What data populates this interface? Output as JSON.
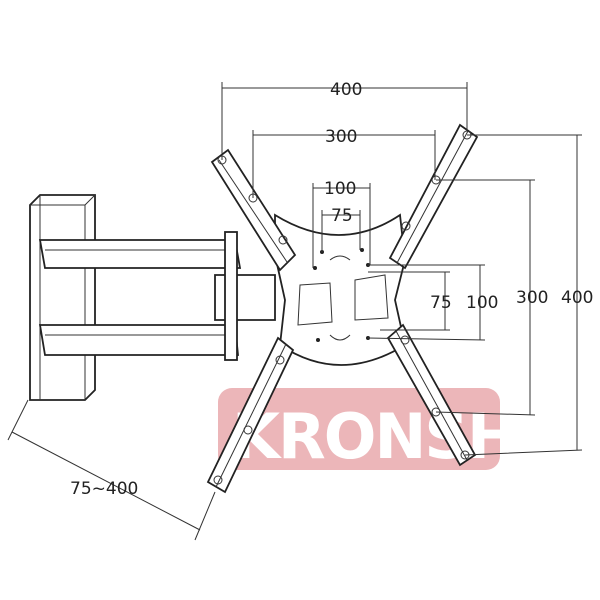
{
  "dimensions": {
    "top_outer": "400",
    "top_inner": "300",
    "top_small": "100",
    "top_smallest": "75",
    "right_smallest": "75",
    "right_small": "100",
    "right_inner": "300",
    "right_outer": "400",
    "arm_extension": "75~400"
  },
  "watermark": {
    "text": "KRONSH.RU",
    "color": "#e9a9ad"
  }
}
